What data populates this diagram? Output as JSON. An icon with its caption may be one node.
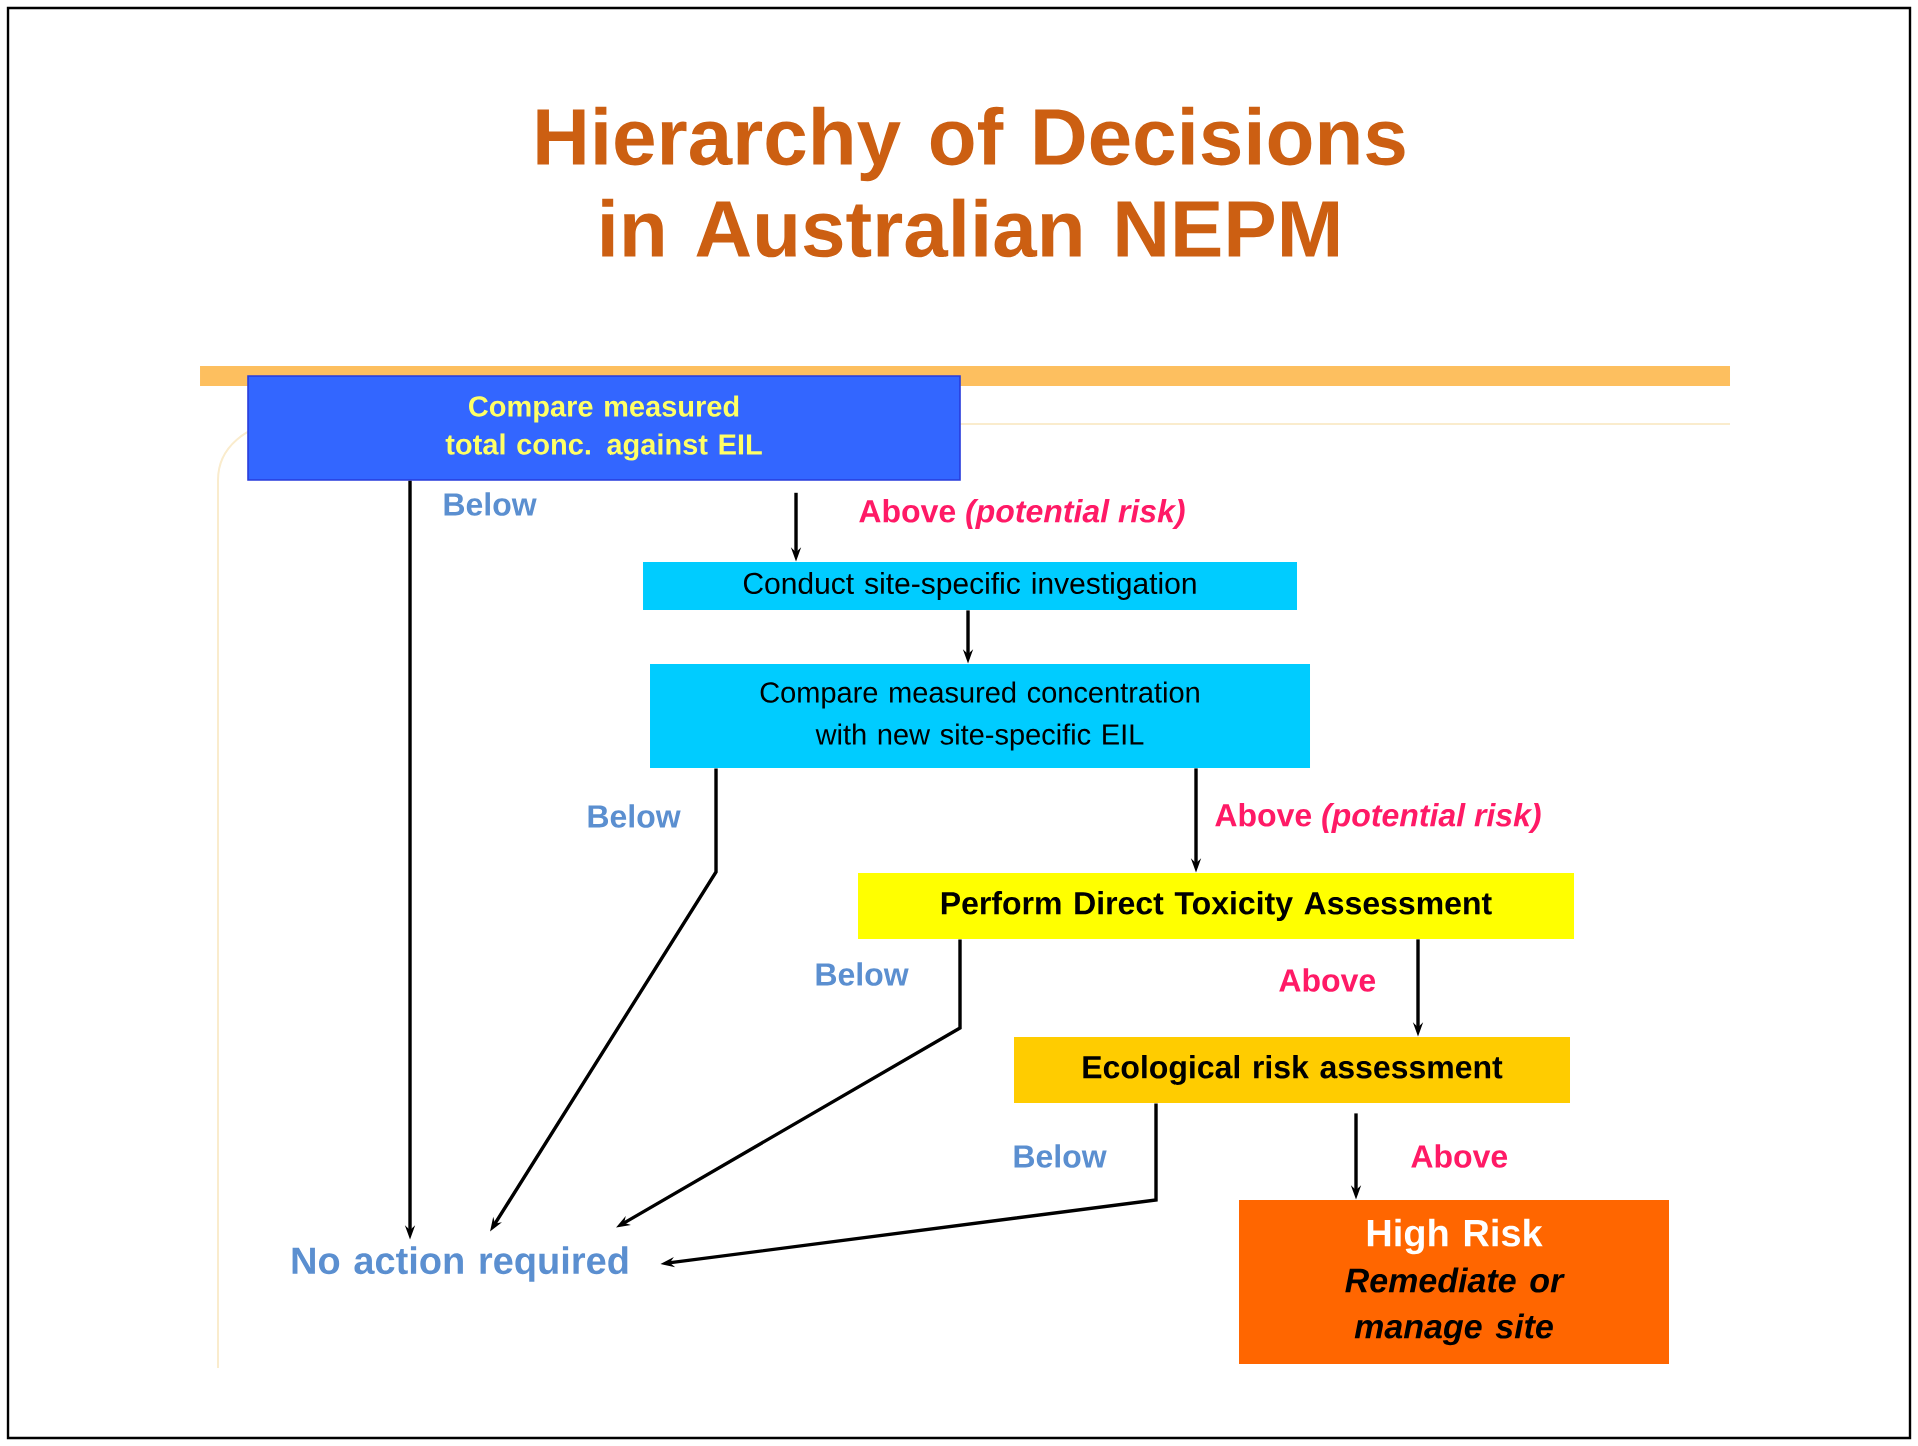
{
  "diagram": {
    "title": "Hierarchy of Decisions in Australian NEPM",
    "nodes": [
      {
        "text": [
          "Compare measured total conc. against EIL"
        ]
      },
      {
        "text": [
          "Conduct site-specific investigation"
        ]
      },
      {
        "text": [
          "Compare measured concentration with new site-specific EIL"
        ]
      },
      {
        "text": [
          "Perform Direct Toxicity Assessment"
        ]
      },
      {
        "text": [
          "Ecological risk assessment"
        ]
      },
      {
        "text": [
          "High Risk",
          "Remediate or manage site"
        ]
      },
      {
        "text": [
          "No action required"
        ]
      }
    ],
    "edges": [
      {
        "from": 0,
        "to": 6,
        "arrow": "to",
        "label": "Below"
      },
      {
        "from": 0,
        "to": 1,
        "arrow": "to",
        "label": "Above *(potential risk)*"
      },
      {
        "from": 1,
        "to": 2,
        "arrow": "to"
      },
      {
        "from": 2,
        "to": 6,
        "arrow": "to",
        "label": "Below"
      },
      {
        "from": 2,
        "to": 3,
        "arrow": "to",
        "label": "Above *(potential risk)*"
      },
      {
        "from": 3,
        "to": 6,
        "arrow": "to",
        "label": "Below"
      },
      {
        "from": 3,
        "to": 4,
        "arrow": "to",
        "label": "Above"
      },
      {
        "from": 4,
        "to": 6,
        "arrow": "to",
        "label": "Below"
      },
      {
        "from": 4,
        "to": 5,
        "arrow": "to",
        "label": "Above"
      }
    ]
  }
}
